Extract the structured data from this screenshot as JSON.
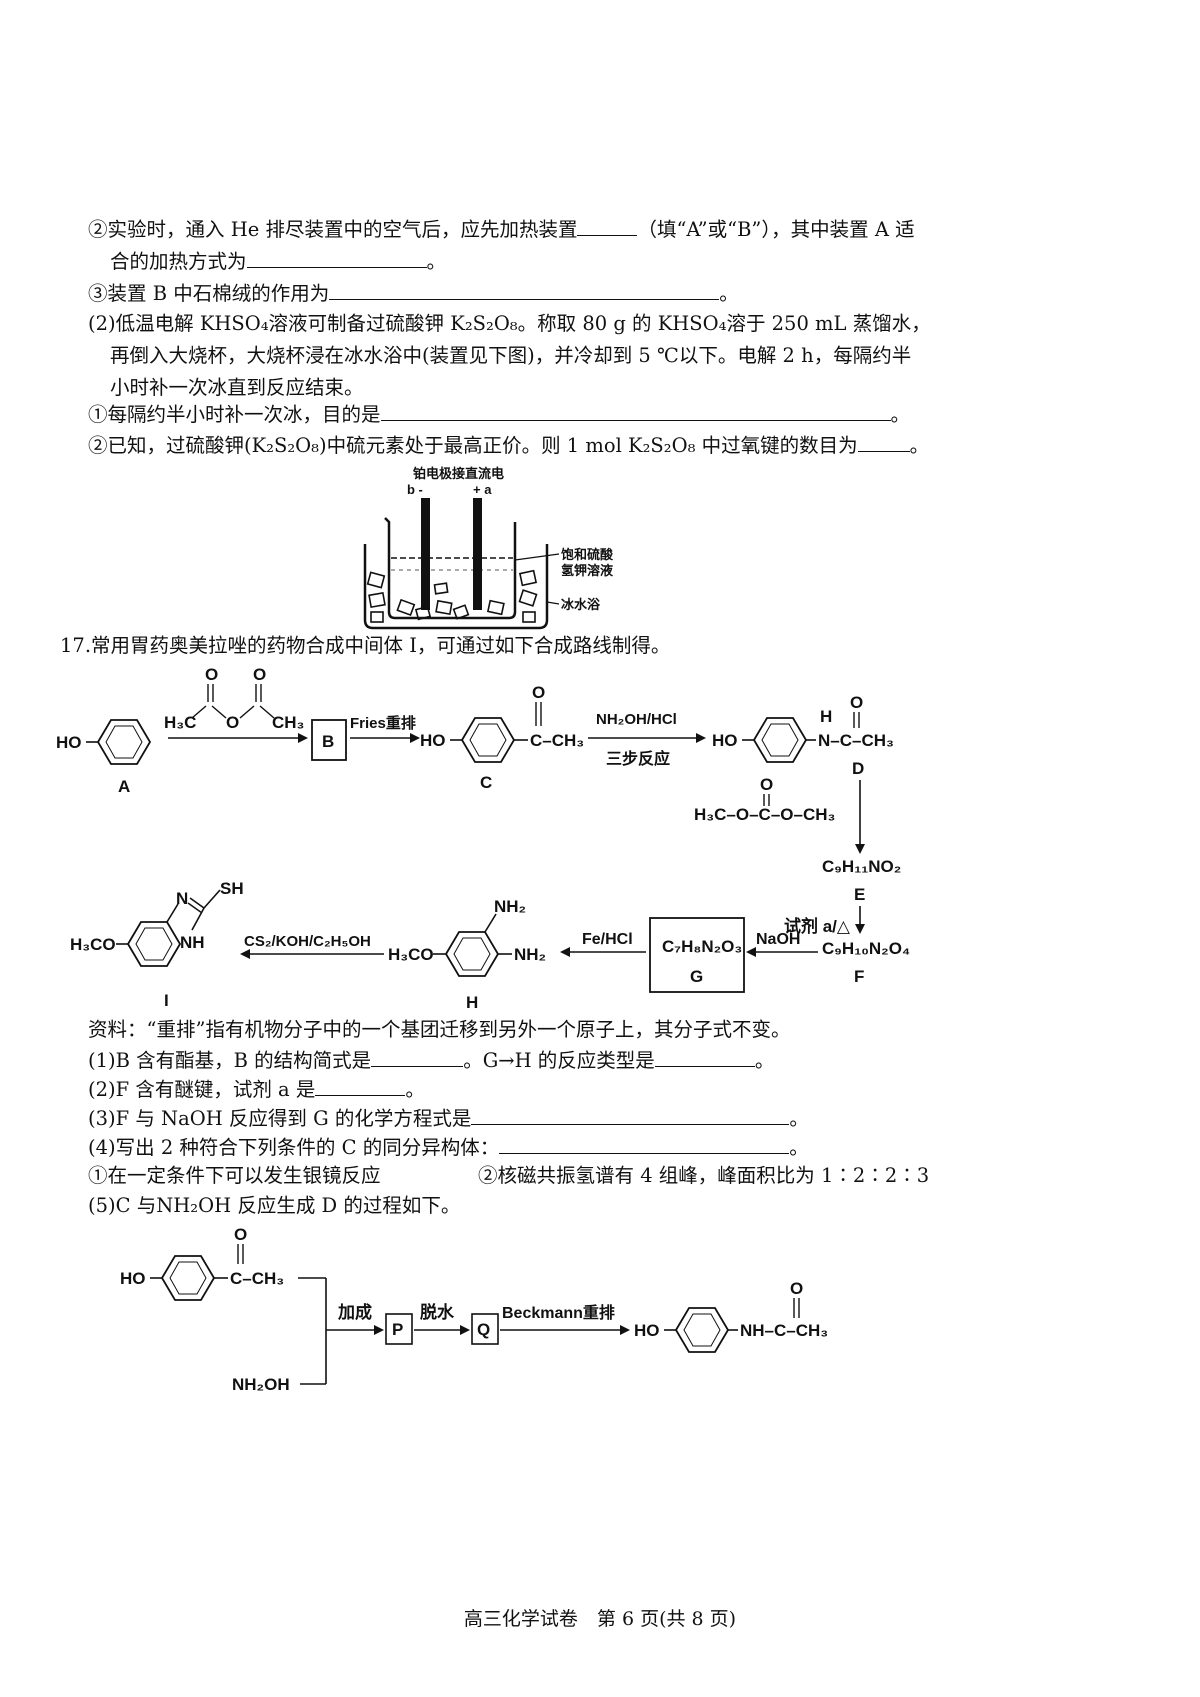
{
  "q16": {
    "l1a": "②实验时，通入 He 排尽装置中的空气后，应先加热装置",
    "l1b": "（填“A”或“B”），其中装置 A 适",
    "l2a": "合的加热方式为",
    "l2b": "。",
    "l3a": "③装置 B 中石棉绒的作用为",
    "l3b": "。",
    "l4": "(2)低温电解 KHSO₄溶液可制备过硫酸钾 K₂S₂O₈。称取 80 g 的 KHSO₄溶于 250 mL 蒸馏水，",
    "l5": "再倒入大烧杯，大烧杯浸在冰水浴中(装置见下图)，并冷却到 5 ℃以下。电解 2 h，每隔约半",
    "l6": "小时补一次冰直到反应结束。",
    "l7a": "①每隔约半小时补一次冰，目的是",
    "l7b": "。",
    "l8a": "②已知，过硫酸钾(K₂S₂O₈)中硫元素处于最高正价。则 1 mol K₂S₂O₈ 中过氧键的数目为",
    "l8b": "。"
  },
  "apparatus": {
    "top_label": "铂电极接直流电",
    "b_minus": "b -",
    "plus_a": "+ a",
    "solution_1": "饱和硫酸",
    "solution_2": "氢钾溶液",
    "ice_bath": "冰水浴"
  },
  "q17": {
    "intro": "17.常用胃药奥美拉唑的药物合成中间体 I，可通过如下合成路线制得。",
    "note": "资料：“重排”指有机物分子中的一个基团迁移到另外一个原子上，其分子式不变。",
    "p1a": "(1)B 含有酯基，B 的结构简式是",
    "p1b": "。G→H 的反应类型是",
    "p1c": "。",
    "p2a": "(2)F 含有醚键，试剂 a 是",
    "p2b": "。",
    "p3a": "(3)F 与 NaOH 反应得到 G 的化学方程式是",
    "p3b": "。",
    "p4a": "(4)写出 2 种符合下列条件的 C 的同分异构体：",
    "p4b": "。",
    "p4c1": "①在一定条件下可以发生银镜反应",
    "p4c2": "②核磁共振氢谱有 4 组峰，峰面积比为 1∶2∶2∶3",
    "p5": "(5)C 与NH₂OH 反应生成 D 的过程如下。"
  },
  "scheme": {
    "A": "A",
    "B": "B",
    "C": "C",
    "D": "D",
    "E": "E",
    "F": "F",
    "G": "G",
    "H": "H",
    "I": "I",
    "HO": "HO",
    "O": "O",
    "H3C": "H₃C",
    "CH3": "CH₃",
    "c_ch3": "C–CH₃",
    "n_c_ch3": "N–C–CH₃",
    "h_atom": "H",
    "fries": "Fries重排",
    "nh2oh_hcl": "NH₂OH/HCl",
    "three_steps": "三步反应",
    "dmc": "H₃C–O–C–O–CH₃",
    "E_formula": "C₉H₁₁NO₂",
    "reagent_a": "试剂 a/△",
    "F_formula": "C₉H₁₀N₂O₄",
    "naoh": "NaOH",
    "G_formula": "C₇H₈N₂O₃",
    "fe_hcl": "Fe/HCl",
    "nh2": "NH₂",
    "h3co": "H₃CO",
    "cs2": "CS₂/KOH/C₂H₅OH",
    "sh": "SH",
    "n": "N",
    "nh": "NH"
  },
  "scheme2": {
    "HO": "HO",
    "O": "O",
    "c_ch3": "C–CH₃",
    "nh2oh": "NH₂OH",
    "addition": "加成",
    "P": "P",
    "dehydration": "脱水",
    "Q": "Q",
    "beckmann": "Beckmann重排",
    "nh_c_ch3": "NH–C–CH₃"
  },
  "footer": "高三化学试卷　第 6 页(共 8 页)"
}
